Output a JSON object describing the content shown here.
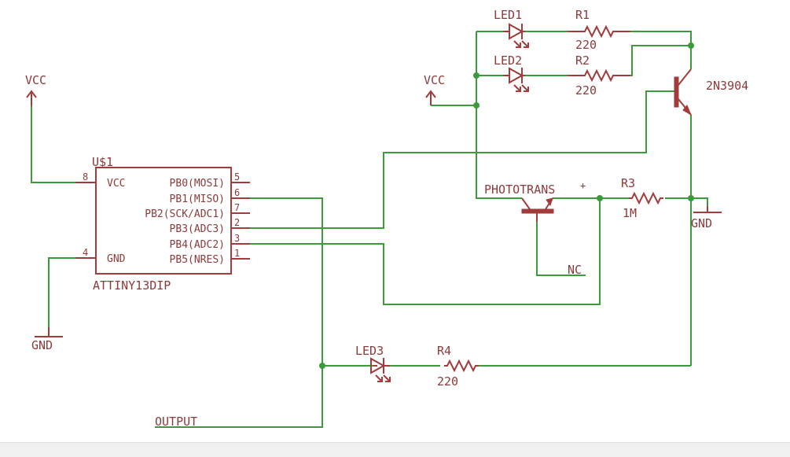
{
  "chip": {
    "name": "U$1",
    "value": "ATTINY13DIP",
    "pins_left": [
      {
        "num": "8",
        "label": "VCC"
      },
      {
        "num": "4",
        "label": "GND"
      }
    ],
    "pins_right": [
      {
        "num": "5",
        "label": "PB0(MOSI)"
      },
      {
        "num": "6",
        "label": "PB1(MISO)"
      },
      {
        "num": "7",
        "label": "PB2(SCK/ADC1)"
      },
      {
        "num": "2",
        "label": "PB3(ADC3)"
      },
      {
        "num": "3",
        "label": "PB4(ADC2)"
      },
      {
        "num": "1",
        "label": "PB5(NRES)"
      }
    ]
  },
  "power": {
    "vcc_left": "VCC",
    "vcc_right": "VCC",
    "gnd_left": "GND",
    "gnd_right": "GND"
  },
  "leds": {
    "led1": "LED1",
    "led2": "LED2",
    "led3": "LED3"
  },
  "resistors": {
    "r1": {
      "name": "R1",
      "value": "220"
    },
    "r2": {
      "name": "R2",
      "value": "220"
    },
    "r3": {
      "name": "R3",
      "value": "1M"
    },
    "r4": {
      "name": "R4",
      "value": "220"
    }
  },
  "transistor": {
    "value": "2N3904"
  },
  "phototransistor": {
    "name": "PHOTOTRANS",
    "polarity": "+"
  },
  "nets": {
    "nc": "NC",
    "output": "OUTPUT"
  },
  "colors": {
    "wire": "#3c9a3c",
    "part": "#a23b3b",
    "text": "#8c3a3a",
    "background": "#ffffff"
  }
}
